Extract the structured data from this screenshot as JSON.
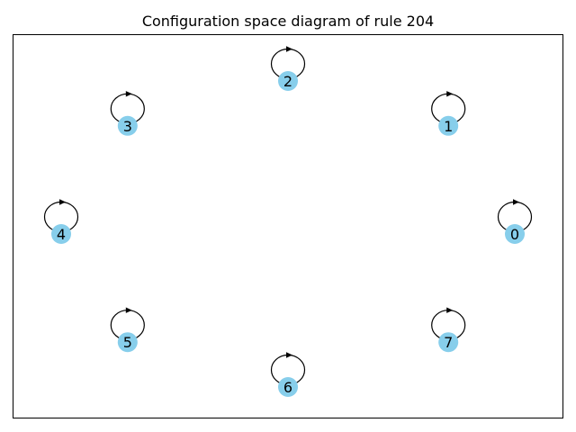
{
  "title": "Configuration space diagram of rule 204",
  "colors": {
    "node_fill": "#87ceeb",
    "edge": "#000000",
    "frame": "#000000",
    "background": "#ffffff"
  },
  "diagram": {
    "type": "directed-graph",
    "layout": "circular",
    "nodes": [
      {
        "id": "0",
        "label": "0"
      },
      {
        "id": "1",
        "label": "1"
      },
      {
        "id": "2",
        "label": "2"
      },
      {
        "id": "3",
        "label": "3"
      },
      {
        "id": "4",
        "label": "4"
      },
      {
        "id": "5",
        "label": "5"
      },
      {
        "id": "6",
        "label": "6"
      },
      {
        "id": "7",
        "label": "7"
      }
    ],
    "edges": [
      {
        "from": "0",
        "to": "0"
      },
      {
        "from": "1",
        "to": "1"
      },
      {
        "from": "2",
        "to": "2"
      },
      {
        "from": "3",
        "to": "3"
      },
      {
        "from": "4",
        "to": "4"
      },
      {
        "from": "5",
        "to": "5"
      },
      {
        "from": "6",
        "to": "6"
      },
      {
        "from": "7",
        "to": "7"
      }
    ]
  }
}
